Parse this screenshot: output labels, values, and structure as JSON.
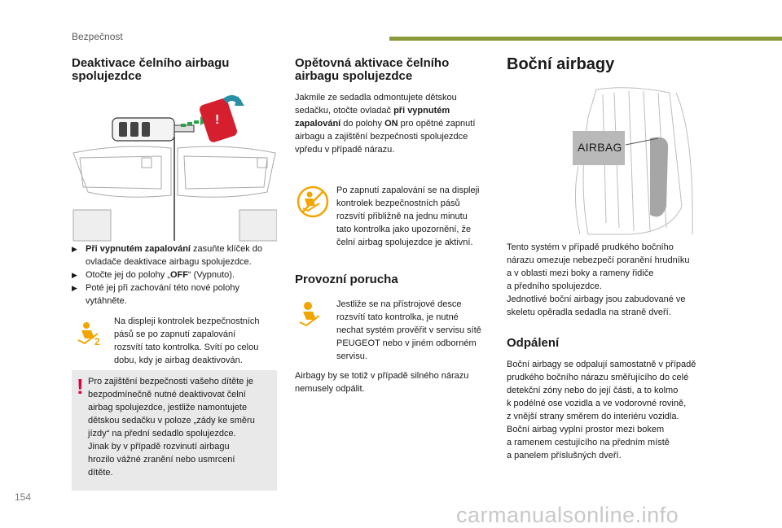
{
  "header": {
    "section": "Bezpečnost"
  },
  "col1": {
    "title_line1": "Deaktivace čelního airbagu",
    "title_line2": "spolujezdce",
    "bullets": [
      {
        "bold": "Při vypnutém zapalování",
        "text_line1": " zasuňte klíček do",
        "text_line2": "ovladače deaktivace airbagu spolujezdce."
      },
      {
        "text_a": "Otočte jej do polohy „",
        "bold": "OFF",
        "text_b": "“ (Vypnuto)."
      },
      {
        "text_line1": "Poté jej při zachování této nové polohy",
        "text_line2": "vytáhněte."
      }
    ],
    "indicator_text": [
      "Na displeji kontrolek bezpečnostních",
      "pásů se po zapnutí zapalování",
      "rozsvítí tato kontrolka. Svítí po celou",
      "dobu, kdy je airbag deaktivován."
    ],
    "warning_mark": "!",
    "warning_text": [
      "Pro zajištění bezpečnosti vašeho dítěte je",
      "bezpodmínečně nutné deaktivovat čelní",
      "airbag spolujezdce, jestliže namontujete",
      "dětskou sedačku v poloze „zády ke směru",
      "jízdy“ na přední sedadlo spolujezdce.",
      "Jinak by v případě rozvinutí airbagu",
      "hrozilo vážné zranění nebo usmrcení",
      "dítěte."
    ]
  },
  "col2": {
    "title_line1": "Opětovná aktivace čelního",
    "title_line2": "airbagu spolujezdce",
    "para": {
      "l1": "Jakmile ze sedadla odmontujete dětskou",
      "l2a": "sedačku, otočte ovladač ",
      "l2b": "při vypnutém",
      "l3a": "zapalování",
      "l3b": " do polohy ",
      "l3c": "ON",
      "l3d": " pro opětné zapnutí",
      "l4": "airbagu a zajištění bezpečnosti spolujezdce",
      "l5": "vpředu v případě nárazu."
    },
    "indicator_text": [
      "Po zapnutí zapalování se na displeji",
      "kontrolek bezpečnostních pásů",
      "rozsvítí přibližně na jednu minutu",
      "tato kontrolka jako upozornění, že",
      "čelní airbag spolujezdce je aktivní."
    ],
    "fault_title": "Provozní porucha",
    "fault_text": [
      "Jestliže se na přístrojové desce",
      "rozsvítí tato kontrolka, je nutné",
      "nechat systém prověřit v servisu sítě",
      "PEUGEOT nebo v jiném odborném",
      "servisu."
    ],
    "note_text": [
      "Airbagy by se totiž v případě silného nárazu",
      "nemusely odpálit."
    ]
  },
  "col3": {
    "title": "Boční airbagy",
    "airbag_label": "AIRBAG",
    "para1": [
      "Tento systém v případě prudkého bočního",
      "nárazu omezuje nebezpečí poranění hrudníku",
      "a v oblasti mezi boky a rameny řidiče",
      "a předního spolujezdce.",
      "Jednotlivé boční airbagy jsou zabudované ve",
      "skeletu opěradla sedadla na straně dveří."
    ],
    "deploy_title": "Odpálení",
    "para2": [
      "Boční airbagy se odpalují samostatně v případě",
      "prudkého bočního nárazu směřujícího do celé",
      "detekční zóny nebo do její části, a to kolmo",
      "k podélné ose vozidla a ve vodorovné rovině,",
      "z vnější strany směrem do interiéru vozidla.",
      "Boční airbag vyplní prostor mezi bokem",
      "a ramenem cestujícího na předním místě",
      "a panelem příslušných dveří."
    ]
  },
  "footer": {
    "page": "154",
    "watermark": "carmanualsonline.info"
  },
  "colors": {
    "accent": "#8a9a3b",
    "warning": "#e0003a",
    "indicator": "#f2a500",
    "box": "#e9e9e9"
  }
}
